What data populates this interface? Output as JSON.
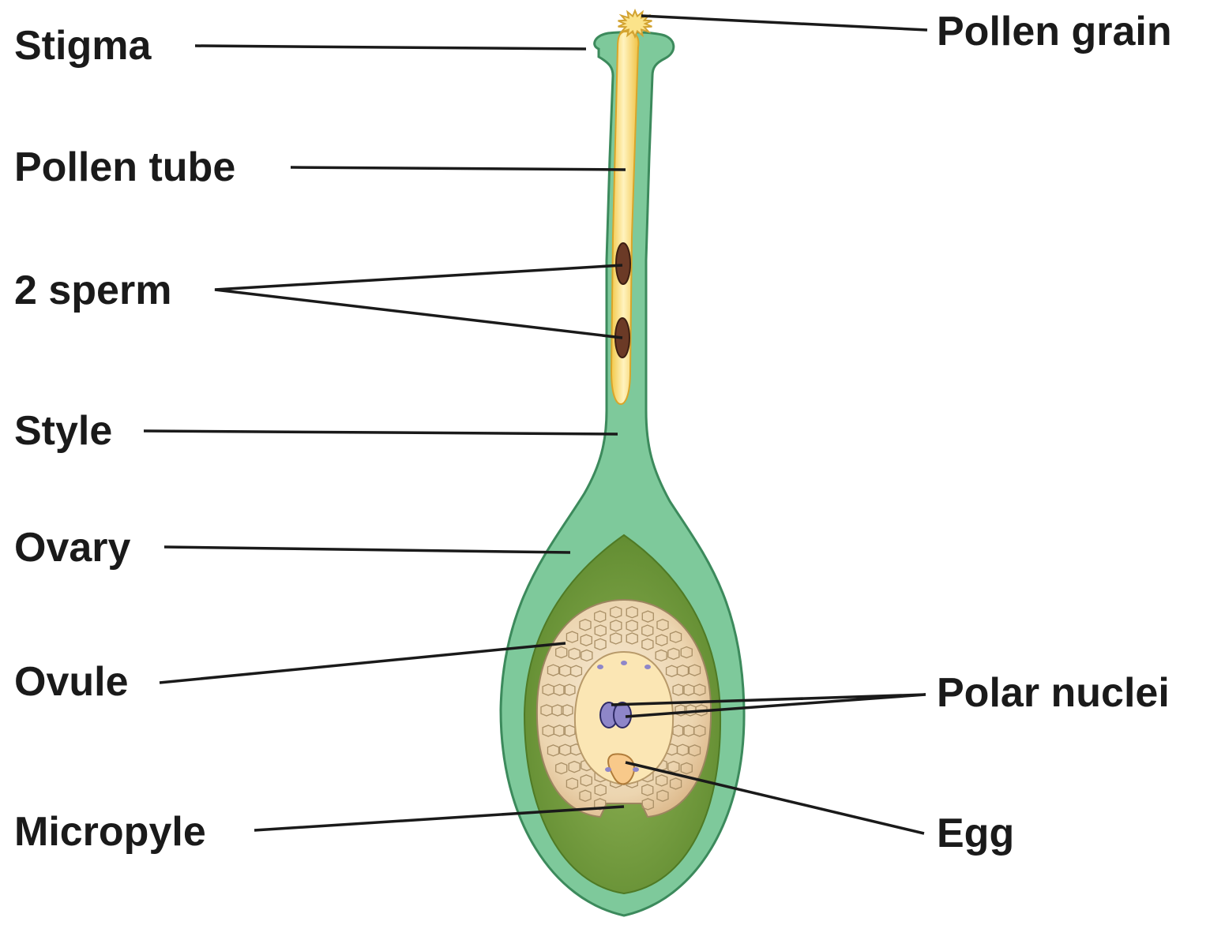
{
  "labels": {
    "stigma": "Stigma",
    "pollen_tube": "Pollen tube",
    "sperm": "2 sperm",
    "style": "Style",
    "ovary": "Ovary",
    "ovule": "Ovule",
    "micropyle": "Micropyle",
    "pollen_grain": "Pollen grain",
    "polar_nuclei": "Polar nuclei",
    "egg": "Egg"
  },
  "colors": {
    "pistil_green": "#7ec99b",
    "pistil_outline": "#3c8a5c",
    "ovary_cavity": "#6f9a3a",
    "pollen_tube": "#fbd25a",
    "ovule_tissue": "#eed9b6",
    "embryo_sac": "#fbe6b4",
    "sperm": "#6b3a26",
    "polar_nuclei": "#8e86c9",
    "egg": "#f8c98a"
  }
}
